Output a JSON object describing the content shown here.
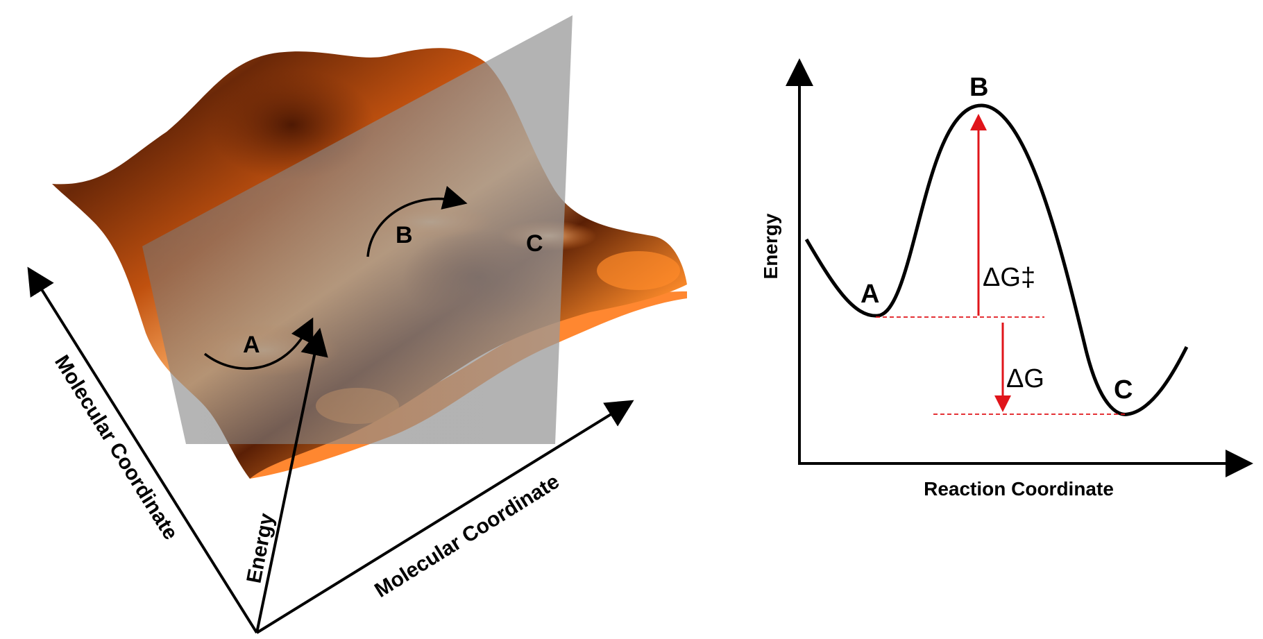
{
  "surface_plot": {
    "state_a": "A",
    "state_b": "B",
    "state_c": "C",
    "axis_energy": "Energy",
    "axis_molecular_1": "Molecular Coordinate",
    "axis_molecular_2": "Molecular Coordinate"
  },
  "profile_plot": {
    "axis_energy": "Energy",
    "axis_reaction": "Reaction Coordinate",
    "state_a": "A",
    "state_b": "B",
    "state_c": "C",
    "activation_label": "ΔG‡",
    "free_energy_label": "ΔG"
  },
  "colors": {
    "surface_dark": "#5a1f05",
    "surface_mid": "#b8470c",
    "surface_bright": "#ff7a1a",
    "surface_highlight": "#ffc48a",
    "plane_gray": "#8c8c8c",
    "guide_red": "#e0141a",
    "axis_black": "#000000"
  }
}
